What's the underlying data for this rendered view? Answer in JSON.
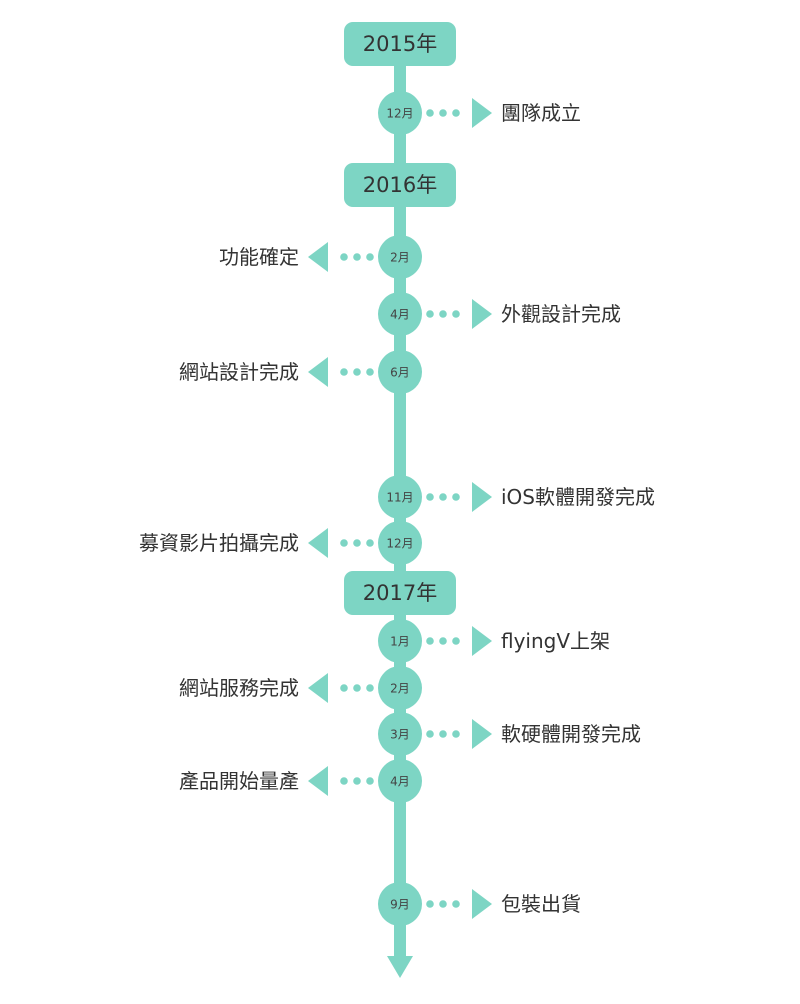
{
  "colors": {
    "accent": "#7dd5c4",
    "text": "#333333",
    "month_text": "#444444"
  },
  "timeline": [
    {
      "kind": "year",
      "label": "2015年"
    },
    {
      "kind": "event",
      "month": "12月",
      "label": "團隊成立",
      "side": "right"
    },
    {
      "kind": "year",
      "label": "2016年"
    },
    {
      "kind": "event",
      "month": "2月",
      "label": "功能確定",
      "side": "left"
    },
    {
      "kind": "event",
      "month": "4月",
      "label": "外觀設計完成",
      "side": "right"
    },
    {
      "kind": "event",
      "month": "6月",
      "label": "網站設計完成",
      "side": "left"
    },
    {
      "kind": "event",
      "month": "11月",
      "label": "iOS軟體開發完成",
      "side": "right"
    },
    {
      "kind": "event",
      "month": "12月",
      "label": "募資影片拍攝完成",
      "side": "left"
    },
    {
      "kind": "year",
      "label": "2017年"
    },
    {
      "kind": "event",
      "month": "1月",
      "label": "flyingV上架",
      "side": "right"
    },
    {
      "kind": "event",
      "month": "2月",
      "label": "網站服務完成",
      "side": "left"
    },
    {
      "kind": "event",
      "month": "3月",
      "label": "軟硬體開發完成",
      "side": "right"
    },
    {
      "kind": "event",
      "month": "4月",
      "label": "產品開始量產",
      "side": "left"
    },
    {
      "kind": "event",
      "month": "9月",
      "label": "包裝出貨",
      "side": "right"
    }
  ]
}
